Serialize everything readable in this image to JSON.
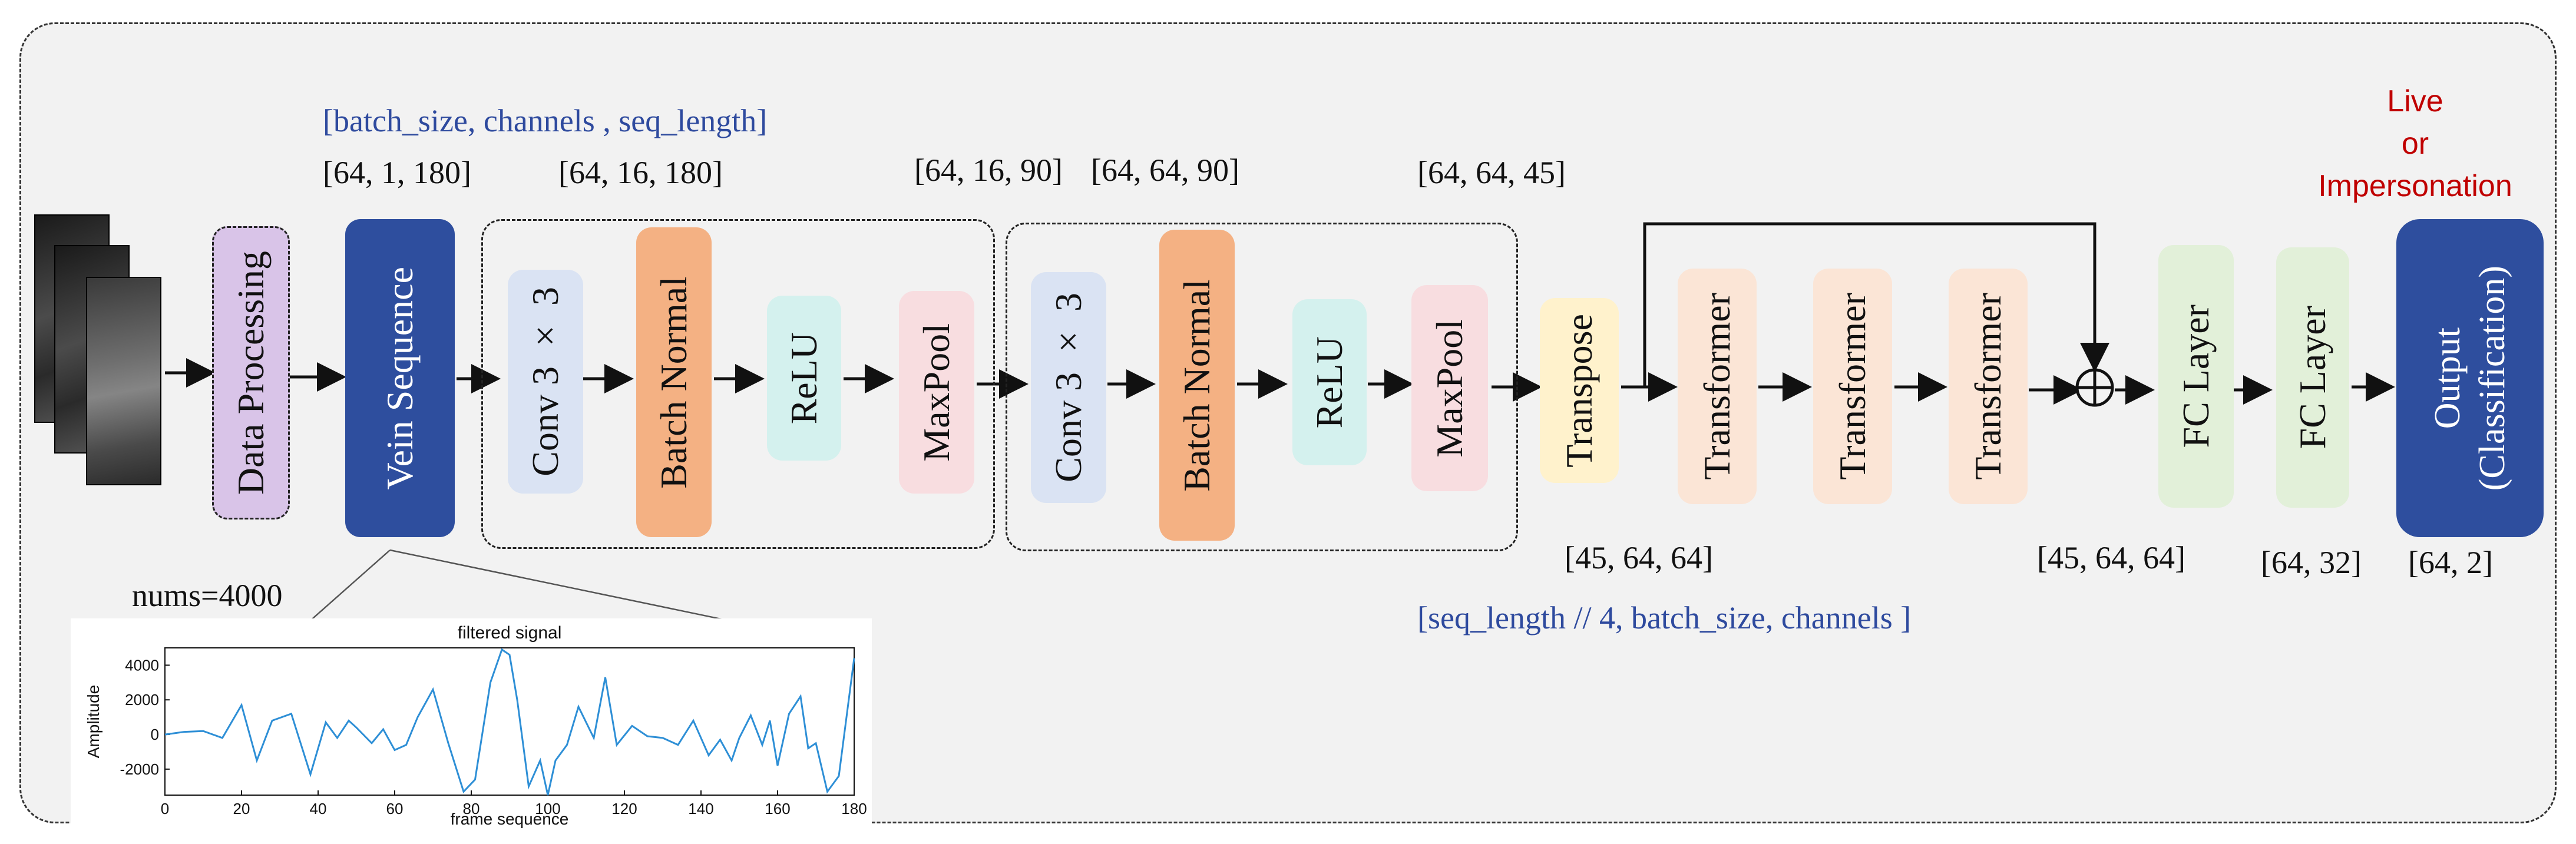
{
  "annotations": {
    "shape_format": "[batch_size, channels , seq_length]",
    "shape_format_2": "[seq_length // 4, batch_size, channels ]",
    "nums": "nums=4000",
    "output_classes": [
      "Live",
      "or",
      "Impersonation"
    ]
  },
  "shapes": {
    "s1": "[64, 1, 180]",
    "s2": "[64, 16, 180]",
    "s3": "[64, 16, 90]",
    "s4": "[64, 64, 90]",
    "s5": "[64, 64, 45]",
    "s6": "[45, 64, 64]",
    "s7": "[45, 64, 64]",
    "s8": "[64, 32]",
    "s9": "[64, 2]"
  },
  "blocks": {
    "data_processing": "Data Processing",
    "vein_sequence": "Vein Sequence",
    "conv1": "Conv 3 × 3",
    "bn1": "Batch Normal",
    "relu1": "ReLU",
    "maxpool1": "MaxPool",
    "conv2": "Conv 3 × 3",
    "bn2": "Batch Normal",
    "relu2": "ReLU",
    "maxpool2": "MaxPool",
    "transpose": "Transpose",
    "transformer1": "Transformer",
    "transformer2": "Transformer",
    "transformer3": "Transformer",
    "fc1": "FC Layer",
    "fc2": "FC Layer",
    "output_line1": "Output",
    "output_line2": "(Classification)"
  },
  "colors": {
    "purple": "#d9c4e8",
    "dark_blue": "#2e4e9e",
    "light_blue": "#dae3f3",
    "orange": "#f4b183",
    "teal": "#d4f1ee",
    "pink": "#f8dde0",
    "yellow": "#fff2cc",
    "peach": "#fbe5d6",
    "green": "#e2f0d9",
    "red_text": "#c00000",
    "signal": "#2e8fd6"
  },
  "chart_data": {
    "type": "line",
    "title": "filtered signal",
    "xlabel": "frame sequence",
    "ylabel": "Amplitude",
    "xlim": [
      0,
      180
    ],
    "ylim": [
      -3500,
      5000
    ],
    "xticks": [
      0,
      20,
      40,
      60,
      80,
      100,
      120,
      140,
      160,
      180
    ],
    "yticks": [
      -2000,
      0,
      2000,
      4000
    ],
    "series": [
      {
        "x": [
          0,
          5,
          10,
          15,
          20,
          24,
          28,
          33,
          38,
          42,
          45,
          48,
          50,
          54,
          57,
          60,
          63,
          66,
          70,
          74,
          78,
          81,
          85,
          88,
          90,
          92,
          95,
          98,
          100,
          102,
          105,
          108,
          112,
          115,
          118,
          122,
          126,
          130,
          134,
          138,
          142,
          145,
          148,
          150,
          153,
          156,
          158,
          160,
          163,
          166,
          168,
          170,
          173,
          176,
          178,
          180
        ],
        "y": [
          0,
          150,
          200,
          -200,
          1700,
          -1500,
          800,
          1200,
          -2300,
          700,
          -200,
          800,
          400,
          -500,
          300,
          -900,
          -600,
          1000,
          2600,
          -500,
          -3300,
          -2600,
          3000,
          4900,
          4600,
          2000,
          -3000,
          -1500,
          -3500,
          -1500,
          -600,
          1600,
          -200,
          3300,
          -600,
          500,
          -100,
          -200,
          -600,
          800,
          -1200,
          -300,
          -1500,
          -200,
          1100,
          -600,
          800,
          -1800,
          1200,
          2200,
          -800,
          -500,
          -3300,
          -2400,
          1000,
          4400
        ]
      }
    ]
  }
}
